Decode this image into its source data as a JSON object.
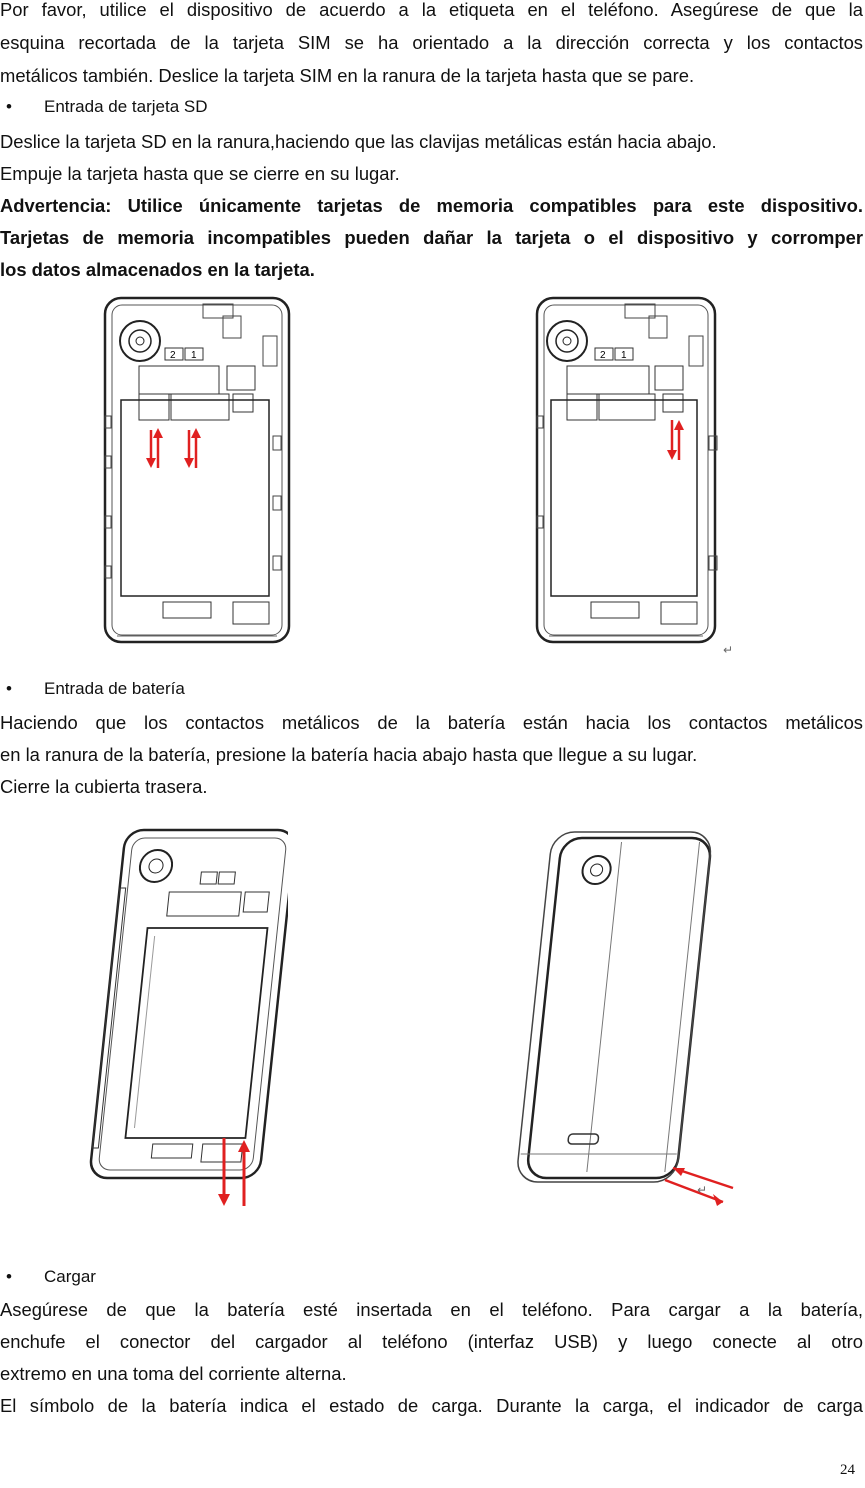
{
  "intro_paragraph": [
    "Por favor, utilice el dispositivo de acuerdo a la etiqueta en el teléfono. Asegúrese de que la",
    "esquina recortada de la tarjeta SIM se ha orientado a la dirección correcta y los contactos",
    "metálicos también. Deslice la tarjeta SIM en la ranura de la tarjeta hasta que se pare."
  ],
  "sd_section": {
    "bullet": "Entrada de tarjeta SD",
    "lines": [
      "Deslice la tarjeta SD en la ranura,haciendo que las clavijas metálicas están hacia abajo.",
      "Empuje la tarjeta hasta que se cierre en su lugar."
    ],
    "warning": [
      "Advertencia: Utilice únicamente tarjetas de memoria compatibles para este dispositivo.",
      "Tarjetas de memoria incompatibles pueden dañar la tarjeta o el dispositivo y corromper",
      "los datos almacenados en la tarjeta."
    ]
  },
  "sim_figures": {
    "slot_label_2": "2",
    "slot_label_1": "1",
    "return_mark": "↵",
    "arrow_color": "#e02020"
  },
  "battery_section": {
    "bullet": "Entrada de batería",
    "lines": [
      "Haciendo que los contactos metálicos de la batería están hacia los contactos metálicos",
      "en la ranura de la batería, presione la batería hacia abajo hasta que llegue a su lugar.",
      "Cierre la cubierta trasera."
    ]
  },
  "battery_figures": {
    "return_mark": "↵",
    "arrow_color": "#e02020"
  },
  "charge_section": {
    "bullet": "Cargar",
    "lines": [
      "Asegúrese de que la batería esté insertada en el teléfono. Para cargar a la batería,",
      "enchufe el conector del cargador al teléfono (interfaz USB) y luego conecte al otro",
      "extremo en una toma del corriente alterna.",
      "El símbolo de la batería indica el estado de carga. Durante la carga, el indicador de carga"
    ]
  },
  "bullet_symbol": "•",
  "page_number": "24"
}
